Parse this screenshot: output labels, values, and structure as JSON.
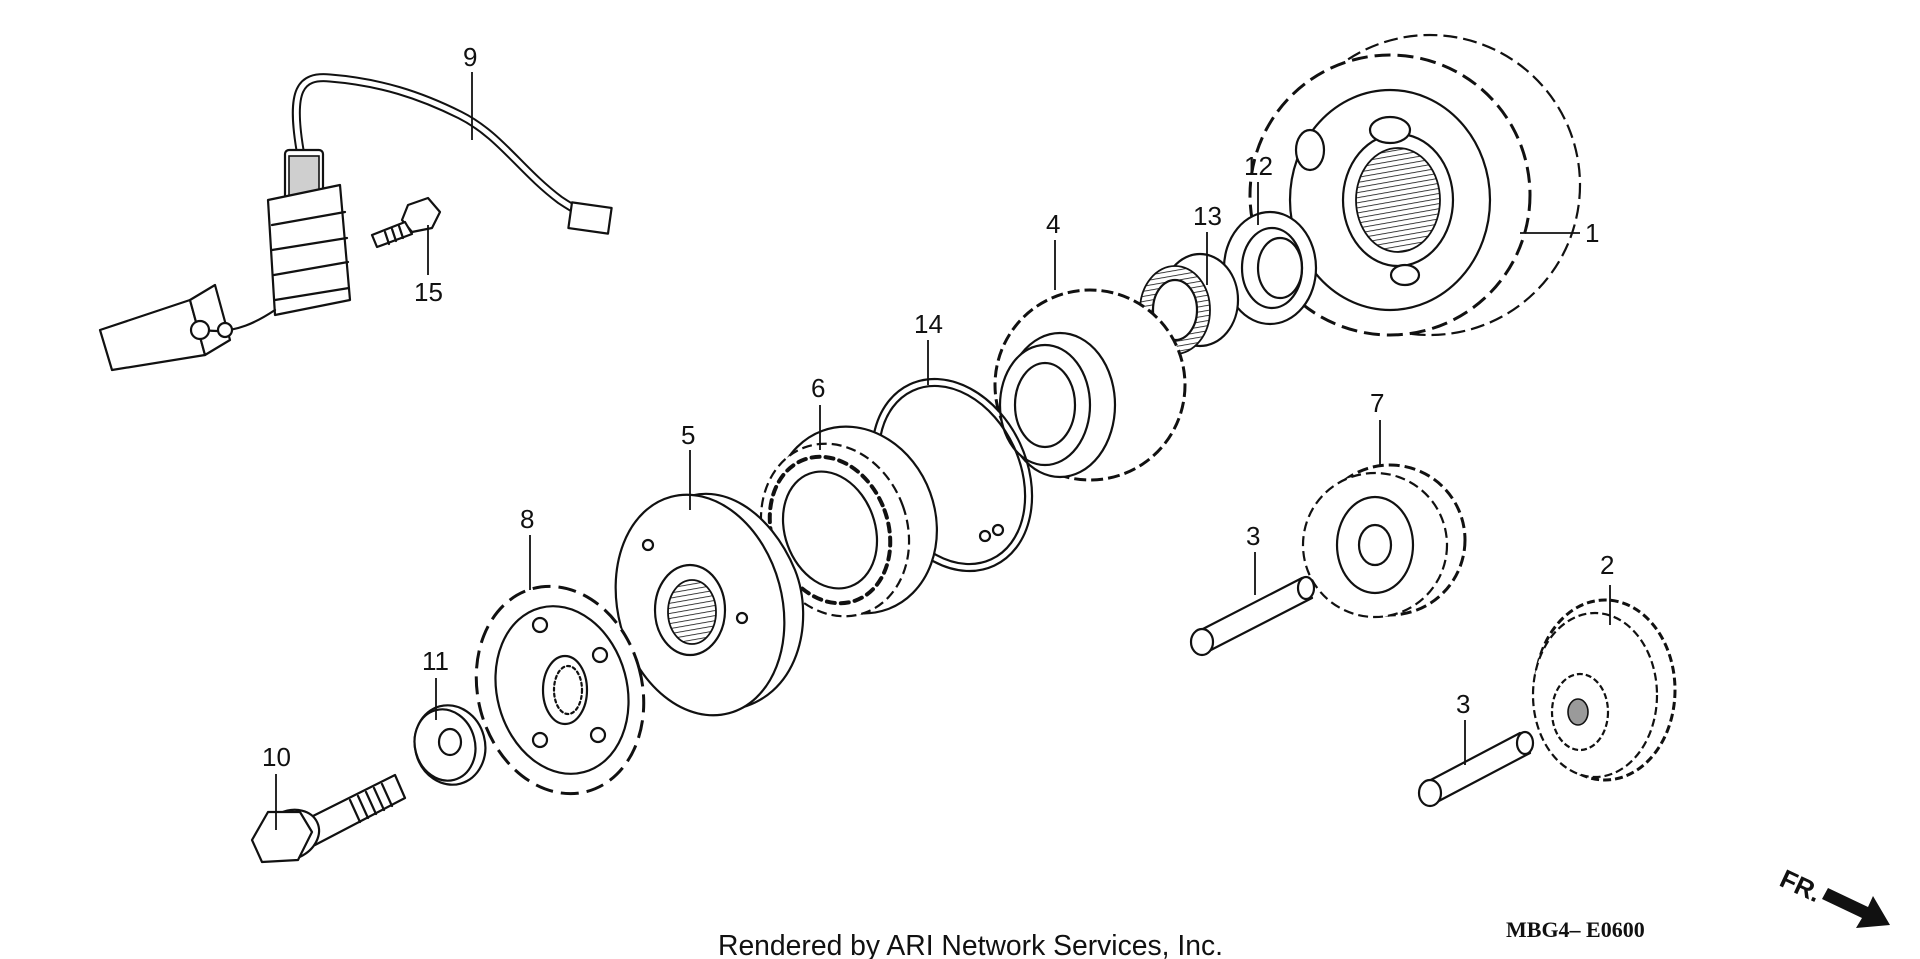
{
  "diagram": {
    "callouts": [
      "1",
      "2",
      "3",
      "3",
      "4",
      "5",
      "6",
      "7",
      "8",
      "9",
      "10",
      "11",
      "12",
      "13",
      "14",
      "15"
    ],
    "footer": "Rendered by ARI Network Services, Inc.",
    "code": "MBG4– E0600",
    "direction_label": "FR."
  },
  "parts": [
    {
      "ref": "1",
      "icon": "large-gear-icon"
    },
    {
      "ref": "2",
      "icon": "double-gear-icon"
    },
    {
      "ref": "3",
      "icon": "shaft-icon"
    },
    {
      "ref": "4",
      "icon": "gear-icon"
    },
    {
      "ref": "5",
      "icon": "clutch-housing-icon"
    },
    {
      "ref": "6",
      "icon": "one-way-clutch-icon"
    },
    {
      "ref": "7",
      "icon": "gear-icon"
    },
    {
      "ref": "8",
      "icon": "sprocket-icon"
    },
    {
      "ref": "9",
      "icon": "sensor-icon"
    },
    {
      "ref": "10",
      "icon": "bolt-icon"
    },
    {
      "ref": "11",
      "icon": "washer-icon"
    },
    {
      "ref": "12",
      "icon": "collar-icon"
    },
    {
      "ref": "13",
      "icon": "needle-bearing-icon"
    },
    {
      "ref": "14",
      "icon": "snap-ring-icon"
    },
    {
      "ref": "15",
      "icon": "bolt-icon"
    }
  ]
}
